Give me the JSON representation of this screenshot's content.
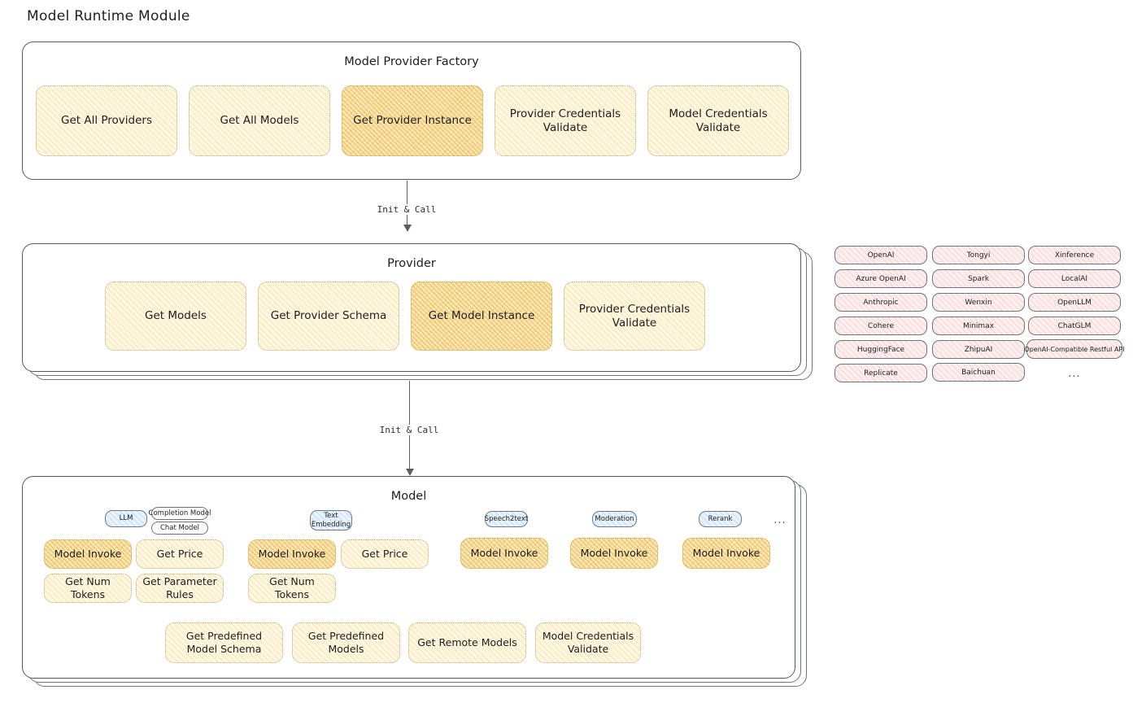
{
  "page": {
    "title": "Model Runtime Module",
    "background": "#ffffff",
    "highlight_color": "#f0c97a",
    "box_color": "#fdf6e0",
    "provider_chip_color": "#fdeeee",
    "model_type_chip_color": "#e8f2fb"
  },
  "factory": {
    "title": "Model Provider Factory",
    "boxes": [
      {
        "label": "Get All Providers",
        "highlighted": false
      },
      {
        "label": "Get All Models",
        "highlighted": false
      },
      {
        "label": "Get Provider Instance",
        "highlighted": true
      },
      {
        "label": "Provider Credentials Validate",
        "highlighted": false
      },
      {
        "label": "Model Credentials Validate",
        "highlighted": false
      }
    ]
  },
  "arrows": [
    {
      "label": "Init & Call"
    },
    {
      "label": "Init & Call"
    }
  ],
  "provider": {
    "title": "Provider",
    "boxes": [
      {
        "label": "Get Models",
        "highlighted": false
      },
      {
        "label": "Get Provider Schema",
        "highlighted": false
      },
      {
        "label": "Get Model Instance",
        "highlighted": true
      },
      {
        "label": "Provider Credentials Validate",
        "highlighted": false
      }
    ]
  },
  "provider_list": {
    "columns": [
      [
        "OpenAI",
        "Azure OpenAI",
        "Anthropic",
        "Cohere",
        "HuggingFace",
        "Replicate"
      ],
      [
        "Tongyi",
        "Spark",
        "Wenxin",
        "Minimax",
        "ZhipuAI",
        "Baichuan"
      ],
      [
        "Xinference",
        "LocalAI",
        "OpenLLM",
        "ChatGLM",
        "OpenAI-Compatible Restful API"
      ]
    ],
    "more": "..."
  },
  "model": {
    "title": "Model",
    "more": "...",
    "types": [
      {
        "name": "LLM",
        "sub_chips": [
          "Completion Model",
          "Chat Model"
        ],
        "methods": [
          {
            "label": "Model Invoke",
            "highlighted": true
          },
          {
            "label": "Get Price",
            "highlighted": false
          },
          {
            "label": "Get Num Tokens",
            "highlighted": false
          },
          {
            "label": "Get Parameter Rules",
            "highlighted": false
          }
        ]
      },
      {
        "name": "Text Embedding",
        "sub_chips": [],
        "methods": [
          {
            "label": "Model Invoke",
            "highlighted": true
          },
          {
            "label": "Get Price",
            "highlighted": false
          },
          {
            "label": "Get Num Tokens",
            "highlighted": false
          }
        ]
      },
      {
        "name": "Speech2text",
        "sub_chips": [],
        "methods": [
          {
            "label": "Model Invoke",
            "highlighted": true
          }
        ]
      },
      {
        "name": "Moderation",
        "sub_chips": [],
        "methods": [
          {
            "label": "Model Invoke",
            "highlighted": true
          }
        ]
      },
      {
        "name": "Rerank",
        "sub_chips": [],
        "methods": [
          {
            "label": "Model Invoke",
            "highlighted": true
          }
        ]
      }
    ],
    "common_methods": [
      {
        "label": "Get Predefined Model Schema"
      },
      {
        "label": "Get Predefined Models"
      },
      {
        "label": "Get Remote Models"
      },
      {
        "label": "Model Credentials Validate"
      }
    ]
  }
}
